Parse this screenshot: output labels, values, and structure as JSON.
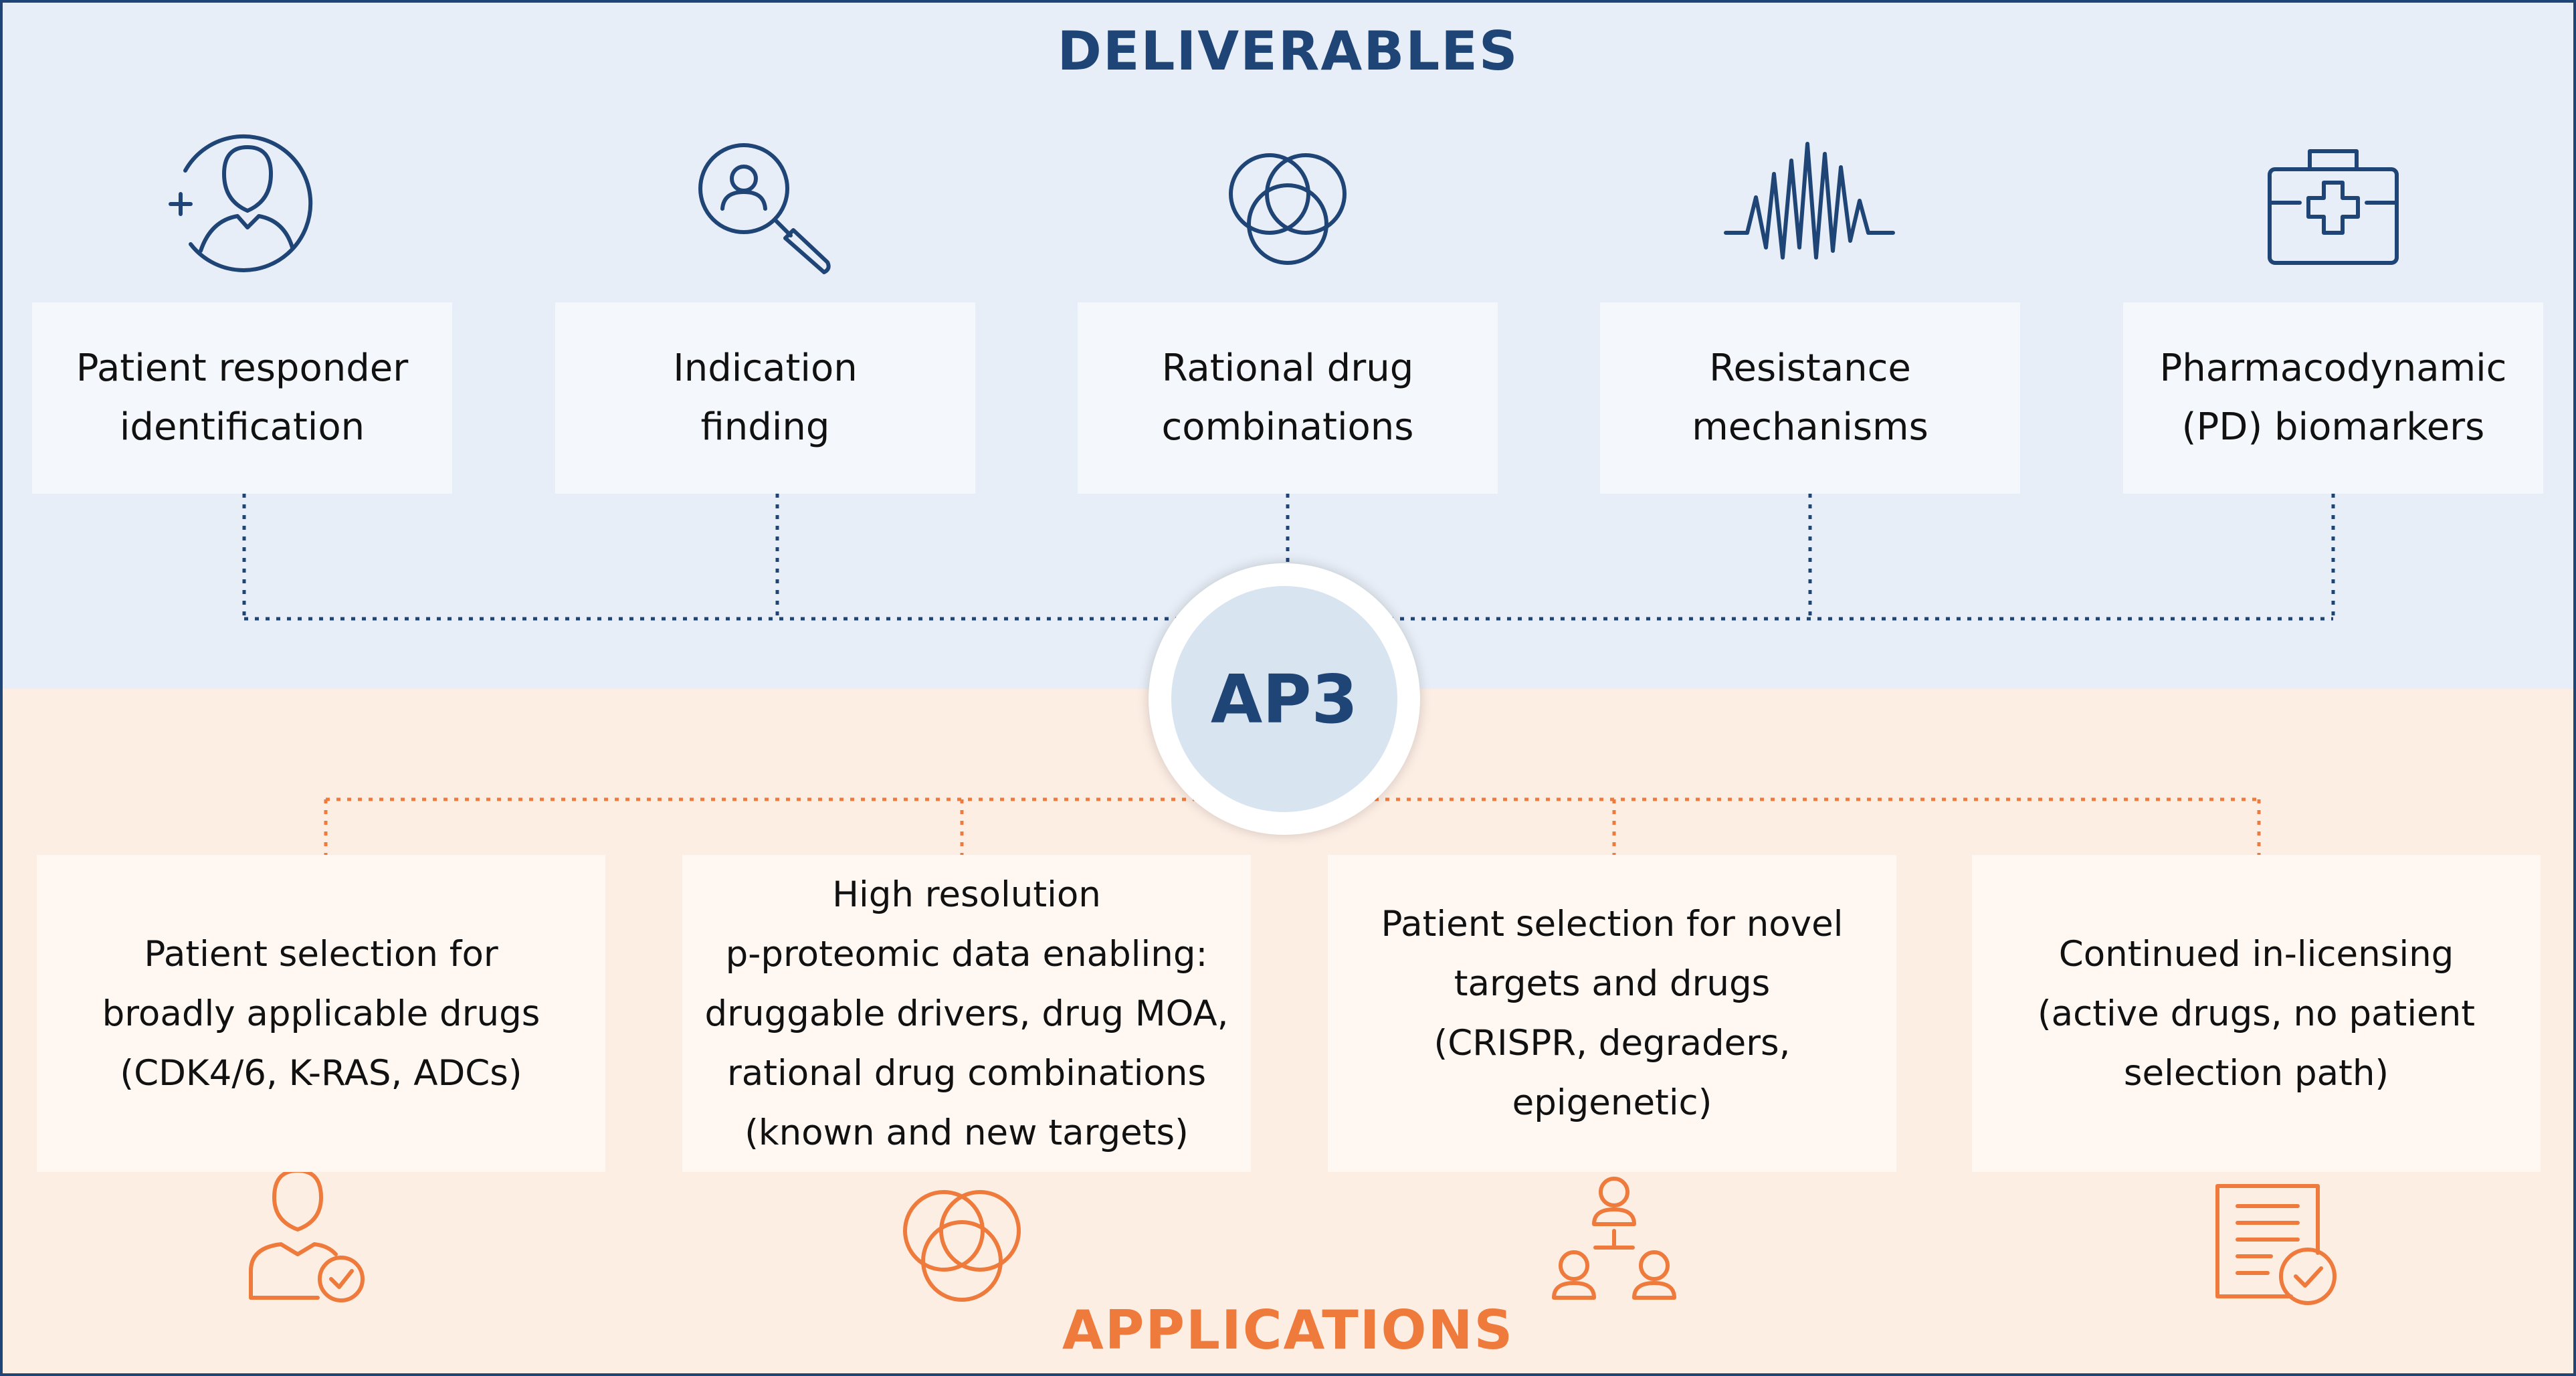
{
  "header": {
    "title": "DELIVERABLES"
  },
  "footer": {
    "title": "APPLICATIONS"
  },
  "hub": {
    "label": "AP3"
  },
  "deliverables": [
    {
      "label": "Patient responder\nidentification",
      "icon": "patient-add-icon"
    },
    {
      "label": "Indication\nfinding",
      "icon": "search-person-icon"
    },
    {
      "label": "Rational drug\ncombinations",
      "icon": "venn-diagram-icon"
    },
    {
      "label": "Resistance\nmechanisms",
      "icon": "waveform-icon"
    },
    {
      "label": "Pharmacodynamic\n(PD) biomarkers",
      "icon": "medical-kit-icon"
    }
  ],
  "applications": [
    {
      "label": "Patient selection for\nbroadly applicable drugs\n(CDK4/6, K-RAS, ADCs)",
      "icon": "patient-check-icon"
    },
    {
      "label": "High resolution\np-proteomic data enabling:\ndruggable drivers, drug MOA,\nrational drug combinations\n(known and new targets)",
      "icon": "venn-diagram-icon"
    },
    {
      "label": "Patient selection for novel\ntargets and drugs\n(CRISPR, degraders, epigenetic)",
      "icon": "org-chart-icon"
    },
    {
      "label": "Continued in-licensing\n(active drugs, no patient\nselection path)",
      "icon": "document-check-icon"
    }
  ],
  "colors": {
    "navy": "#1f4476",
    "orange": "#ee7a3c",
    "top_bg": "#e8eef7",
    "bottom_bg": "#fdeee4"
  }
}
